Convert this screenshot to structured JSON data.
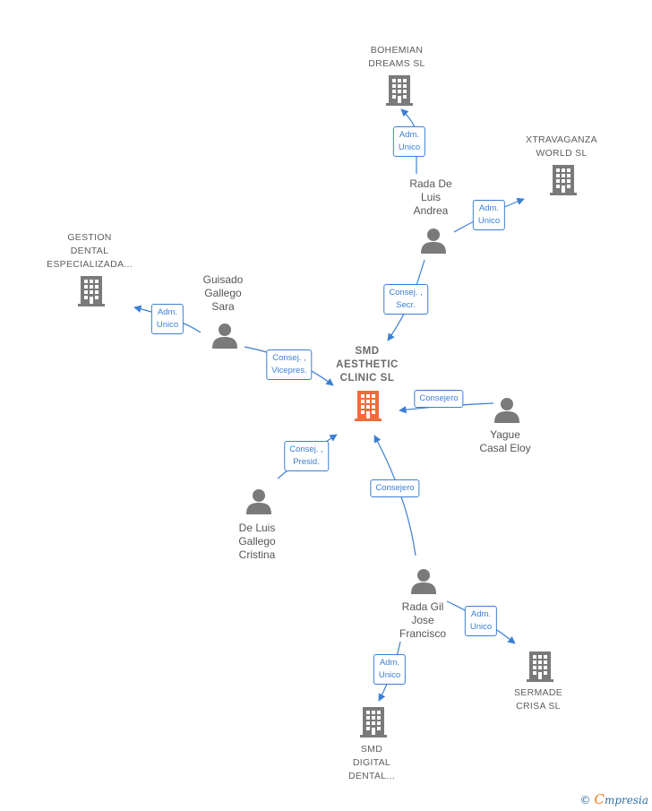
{
  "center": {
    "name": "SMD\nAESTHETIC\nCLINIC  SL",
    "icon": "building-icon",
    "color": "#f26b3a"
  },
  "companies": [
    {
      "id": "bohemian",
      "name": "BOHEMIAN\nDREAMS  SL",
      "icon": "building-icon"
    },
    {
      "id": "xtravaganza",
      "name": "XTRAVAGANZA\nWORLD  SL",
      "icon": "building-icon"
    },
    {
      "id": "gestion",
      "name": "GESTION\nDENTAL\nESPECIALIZADA...",
      "icon": "building-icon"
    },
    {
      "id": "sermade",
      "name": "SERMADE\nCRISA  SL",
      "icon": "building-icon"
    },
    {
      "id": "smd_digital",
      "name": "SMD\nDIGITAL\nDENTAL...",
      "icon": "building-icon"
    }
  ],
  "people": [
    {
      "id": "rada_luis",
      "name": "Rada De\nLuis\nAndrea",
      "icon": "person-icon"
    },
    {
      "id": "guisado",
      "name": "Guisado\nGallego\nSara",
      "icon": "person-icon"
    },
    {
      "id": "yague",
      "name": "Yague\nCasal Eloy",
      "icon": "person-icon"
    },
    {
      "id": "de_luis",
      "name": "De Luis\nGallego\nCristina",
      "icon": "person-icon"
    },
    {
      "id": "rada_gil",
      "name": "Rada Gil\nJose\nFrancisco",
      "icon": "person-icon"
    }
  ],
  "relations": [
    {
      "from": "rada_luis",
      "to": "bohemian",
      "label": "Adm.\nUnico"
    },
    {
      "from": "rada_luis",
      "to": "xtravaganza",
      "label": "Adm.\nUnico"
    },
    {
      "from": "rada_luis",
      "to": "center",
      "label": "Consej. ,\nSecr."
    },
    {
      "from": "guisado",
      "to": "gestion",
      "label": "Adm.\nUnico"
    },
    {
      "from": "guisado",
      "to": "center",
      "label": "Consej. ,\nVicepres."
    },
    {
      "from": "yague",
      "to": "center",
      "label": "Consejero"
    },
    {
      "from": "de_luis",
      "to": "center",
      "label": "Consej. ,\nPresid."
    },
    {
      "from": "rada_gil",
      "to": "center",
      "label": "Consejero"
    },
    {
      "from": "rada_gil",
      "to": "sermade",
      "label": "Adm.\nUnico"
    },
    {
      "from": "rada_gil",
      "to": "smd_digital",
      "label": "Adm.\nUnico"
    }
  ],
  "colors": {
    "edge": "#3b7fd4",
    "icon": "#7a7a7a",
    "center": "#f26b3a"
  },
  "watermark": {
    "copyright": "©",
    "first_letter": "C",
    "rest": "mpresia"
  }
}
